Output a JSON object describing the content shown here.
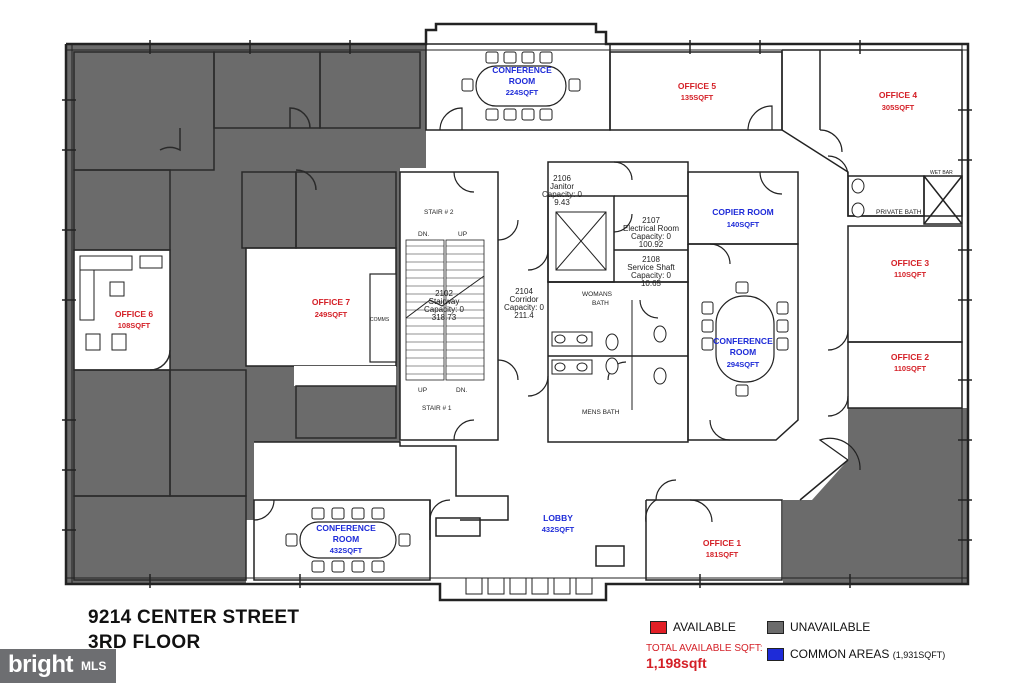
{
  "title": {
    "address": "9214 CENTER STREET",
    "floor": "3RD FLOOR"
  },
  "colors": {
    "available": "#d41f26",
    "unavailable": "#6b6b6b",
    "common": "#1e2bd8"
  },
  "rooms": {
    "office5": {
      "name": "OFFICE 5",
      "area": "135SQFT"
    },
    "office4": {
      "name": "OFFICE 4",
      "area": "305SQFT"
    },
    "office3": {
      "name": "OFFICE 3",
      "area": "110SQFT"
    },
    "office2": {
      "name": "OFFICE 2",
      "area": "110SQFT"
    },
    "office1": {
      "name": "OFFICE 1",
      "area": "181SQFT"
    },
    "office7": {
      "name": "OFFICE 7",
      "area": "249SQFT"
    },
    "office6": {
      "name": "OFFICE 6",
      "area": "108SQFT"
    },
    "conf_top": {
      "name1": "CONFERENCE",
      "name2": "ROOM",
      "area": "224SQFT"
    },
    "conf_right": {
      "name1": "CONFERENCE",
      "name2": "ROOM",
      "area": "294SQFT"
    },
    "conf_bottom": {
      "name1": "CONFERENCE",
      "name2": "ROOM",
      "area": "432SQFT"
    },
    "lobby": {
      "name": "LOBBY",
      "area": "432SQFT"
    },
    "copier": {
      "name": "COPIER ROOM",
      "area": "140SQFT"
    }
  },
  "annotations": {
    "janitor": [
      "2106",
      "Janitor",
      "Capacity: 0",
      "9.43"
    ],
    "electrical": [
      "2107",
      "Electrical Room",
      "Capacity: 0",
      "100.92"
    ],
    "service": [
      "2108",
      "Service Shaft",
      "Capacity: 0",
      "10.65"
    ],
    "corridor": [
      "2104",
      "Corridor",
      "Capacity: 0",
      "211.4"
    ],
    "stairway": [
      "2102",
      "Stairway",
      "Capacity: 0",
      "318.73"
    ],
    "stair2": "STAIR # 2",
    "stair1": "STAIR # 1",
    "dn": "DN.",
    "up": "UP",
    "womens_bath": [
      "WOMANS",
      "BATH"
    ],
    "mens_bath": "MENS BATH",
    "private_bath": "PRIVATE BATH",
    "wet_bar": "WET BAR",
    "comms": "COMMS"
  },
  "legend": {
    "available": "AVAILABLE",
    "unavailable": "UNAVAILABLE",
    "total_label": "TOTAL AVAILABLE SQFT:",
    "total_value": "1,198sqft",
    "common": "COMMON AREAS",
    "common_note": "(1,931SQFT)"
  },
  "logo": {
    "main": "bright",
    "sub": "MLS"
  }
}
